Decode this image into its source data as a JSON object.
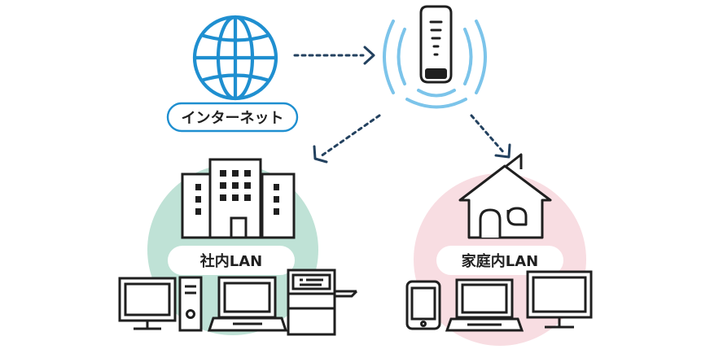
{
  "labels": {
    "internet": "インターネット",
    "office_lan": "社内LAN",
    "home_lan": "家庭内LAN"
  },
  "colors": {
    "accent_blue": "#1f8fd0",
    "dark_navy": "#23415f",
    "signal_light_blue": "#7cc4ea",
    "office_bg": "#bfe2d6",
    "home_bg": "#f8dde2",
    "line": "#1f1f1f"
  },
  "icons": {
    "internet": "globe-icon",
    "router": "mobile-wifi-router-icon",
    "office": "office-building-icon",
    "home": "house-icon"
  }
}
